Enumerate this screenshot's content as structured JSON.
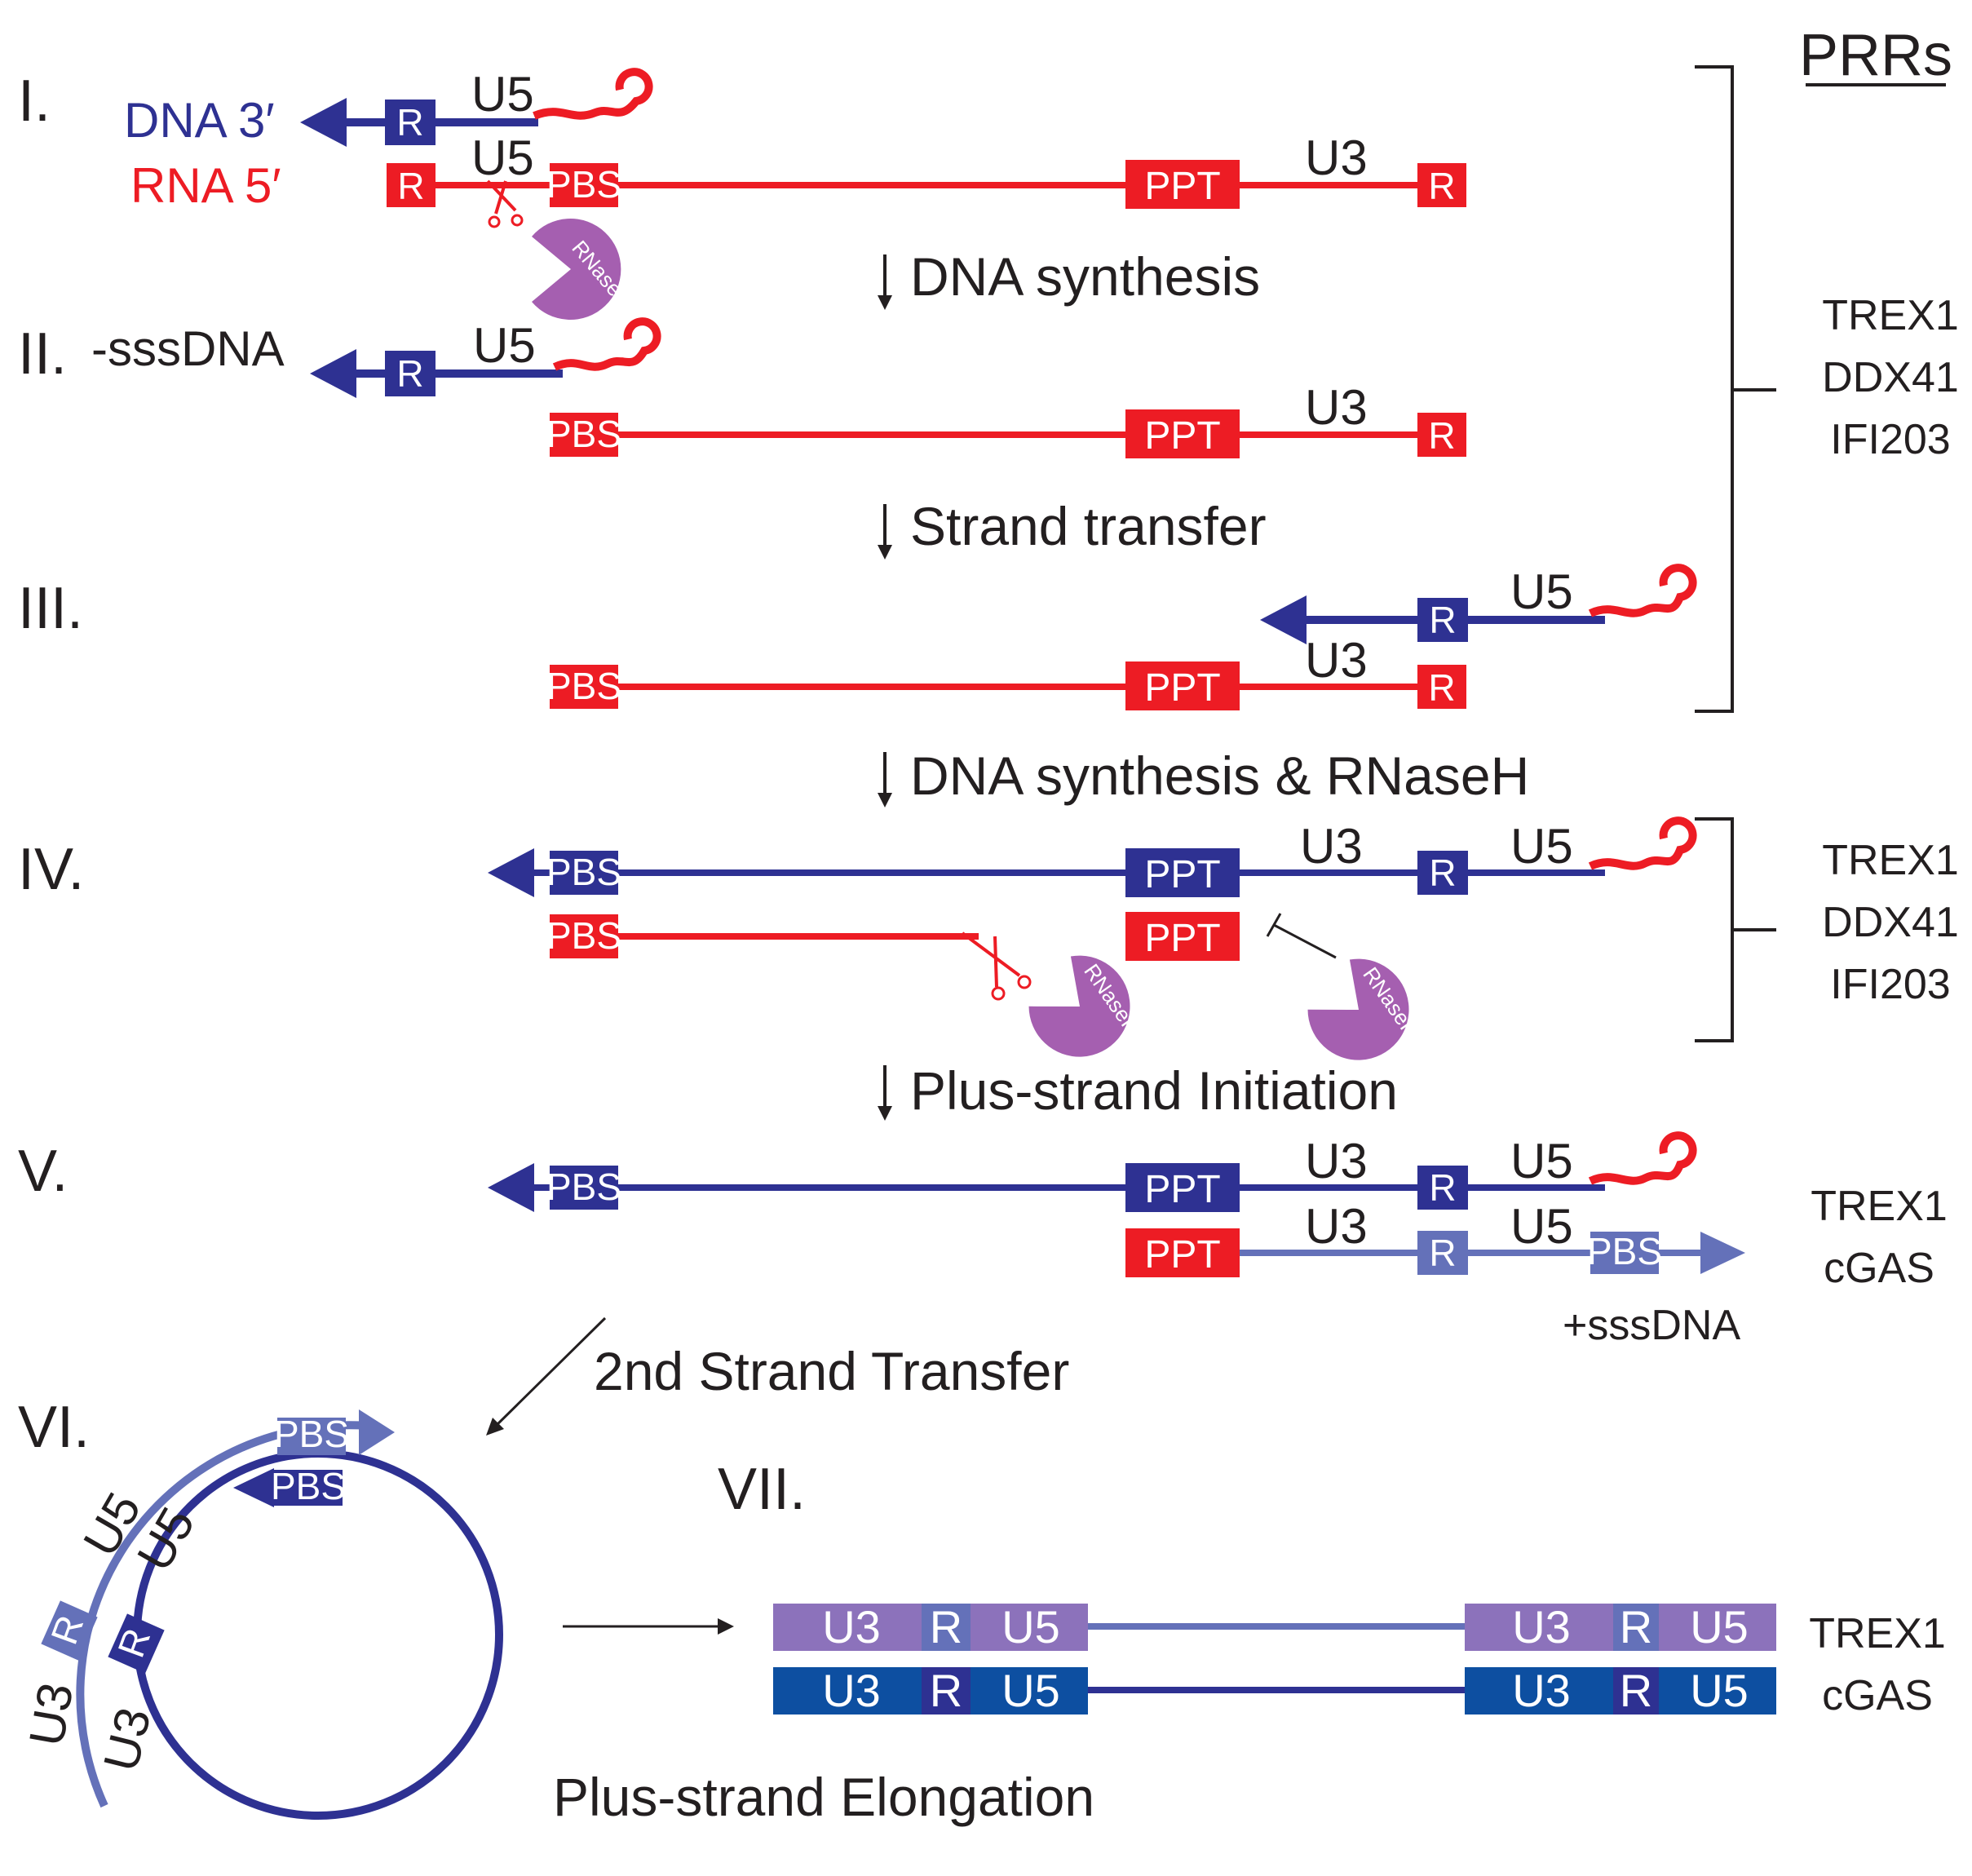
{
  "colors": {
    "dna": "#2e3192",
    "rna": "#ed1c24",
    "plus_dna": "#6471b9",
    "rnaseh": "#a55fb0",
    "light_violet": "#8c72bb",
    "blue_strand": "#0d4fa1",
    "text": "#231f20"
  },
  "header": {
    "prrs": "PRRs"
  },
  "strand_labels": {
    "dna3": "DNA 3′",
    "rna5": "RNA 5′",
    "minus_ssdna": "-sssDNA",
    "plus_ssdna": "+sssDNA"
  },
  "stages": {
    "s1": "I.",
    "s2": "II.",
    "s3": "III.",
    "s4": "IV.",
    "s5": "V.",
    "s6": "VI.",
    "s7": "VII."
  },
  "steps": {
    "dna_synthesis": "DNA synthesis",
    "strand_transfer": "Strand transfer",
    "dna_synthesis_rnaseh": "DNA synthesis & RNaseH",
    "plus_strand_initiation": "Plus-strand Initiation",
    "second_strand_transfer": "2nd Strand Transfer",
    "plus_strand_elongation": "Plus-strand Elongation"
  },
  "elements": {
    "R": "R",
    "U5": "U5",
    "U3": "U3",
    "PBS": "PBS",
    "PPT": "PPT"
  },
  "enzyme": "RNaseH",
  "sensors": {
    "group1": [
      "TREX1",
      "DDX41",
      "IFI203"
    ],
    "group2": [
      "TREX1",
      "DDX41",
      "IFI203"
    ],
    "group3": [
      "TREX1",
      "cGAS"
    ],
    "group4": [
      "TREX1",
      "cGAS"
    ]
  }
}
